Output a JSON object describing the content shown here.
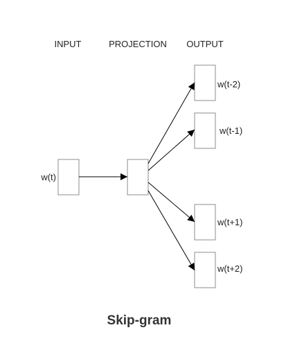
{
  "headers": {
    "input": "INPUT",
    "projection": "PROJECTION",
    "output": "OUTPUT"
  },
  "input_word": "w(t)",
  "output_words": [
    "w(t-2)",
    "w(t-1)",
    "w(t+1)",
    "w(t+2)"
  ],
  "title": "Skip-gram",
  "colors": {
    "box_border": "#8c8c8c",
    "arrow": "#000000",
    "text": "#222222"
  }
}
